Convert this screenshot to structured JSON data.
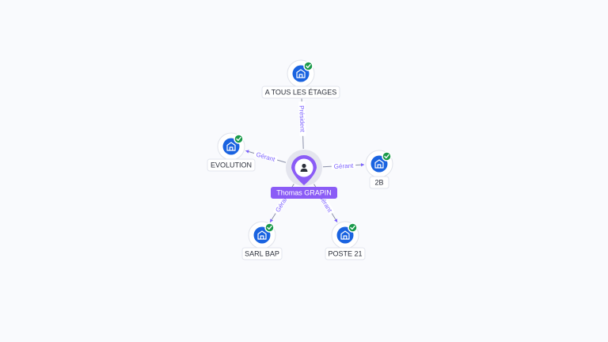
{
  "center": {
    "name": "Thomas GRAPIN",
    "icon": "person-icon"
  },
  "companies": [
    {
      "id": "a-tous-les-etages",
      "name": "A TOUS LES ÉTAGES",
      "relation": "Président",
      "verified": true,
      "icon": "building-icon"
    },
    {
      "id": "evolution",
      "name": "EVOLUTION",
      "relation": "Gérant",
      "verified": true,
      "icon": "building-icon"
    },
    {
      "id": "2b",
      "name": "2B",
      "relation": "Gérant",
      "verified": true,
      "icon": "building-icon"
    },
    {
      "id": "sarl-bap",
      "name": "SARL BAP",
      "relation": "Gérant",
      "verified": true,
      "icon": "building-icon"
    },
    {
      "id": "poste-21",
      "name": "POSTE 21",
      "relation": "Gérant",
      "verified": true,
      "icon": "building-icon"
    }
  ],
  "colors": {
    "person_accent": "#8b5cf6",
    "company_icon": "#1a63e0",
    "verified_badge": "#1b9a4b",
    "edge_label": "#7b61ff"
  }
}
